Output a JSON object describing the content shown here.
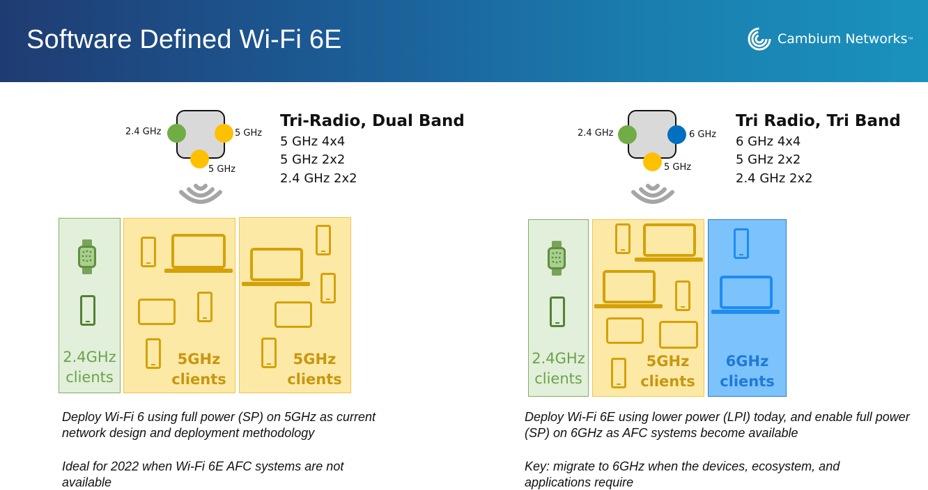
{
  "header": {
    "title": "Software Defined Wi-Fi 6E",
    "logo_text": "Cambium Networks",
    "logo_tm": "™"
  },
  "colors": {
    "green": "#70ad47",
    "yellow": "#ffc000",
    "blue": "#0070c0",
    "device_gold": "#d4a10a",
    "device_blue": "#1e8cf0",
    "device_green": "#538135"
  },
  "left": {
    "ap": {
      "band_top_left": "2.4 GHz",
      "band_top_right": "5 GHz",
      "band_bottom": "5 GHz"
    },
    "spec_title": "Tri-Radio, Dual Band",
    "spec_lines": [
      "5 GHz 4x4",
      "5 GHz 2x2",
      "2.4 GHz 2x2"
    ],
    "panels": [
      {
        "line1": "2.4GHz",
        "line2": "clients"
      },
      {
        "line1": "5GHz",
        "line2": "clients"
      },
      {
        "line1": "5GHz",
        "line2": "clients"
      }
    ],
    "caption_1": "Deploy Wi-Fi 6 using full power (SP) on 5GHz as current network design and deployment methodology",
    "caption_2": "Ideal for 2022 when Wi-Fi 6E AFC systems are not available"
  },
  "right": {
    "ap": {
      "band_top_left": "2.4 GHz",
      "band_top_right": "6 GHz",
      "band_bottom": "5 GHz"
    },
    "spec_title": "Tri Radio, Tri Band",
    "spec_lines": [
      "6 GHz 4x4",
      "5 GHz 2x2",
      "2.4 GHz 2x2"
    ],
    "panels": [
      {
        "line1": "2.4GHz",
        "line2": "clients"
      },
      {
        "line1": "5GHz",
        "line2": "clients"
      },
      {
        "line1": "6GHz",
        "line2": "clients"
      }
    ],
    "caption_1": "Deploy Wi-Fi 6E using lower power (LPI) today, and enable full power (SP) on 6GHz as AFC systems become available",
    "caption_2": "Key:  migrate to 6GHz when the devices, ecosystem, and applications require"
  },
  "icons": {
    "logo": "cambium-swirl-icon",
    "wifi": "wifi-signal-icon",
    "watch": "smartwatch-icon",
    "phone": "smartphone-icon",
    "tablet": "tablet-icon",
    "laptop": "laptop-icon"
  }
}
